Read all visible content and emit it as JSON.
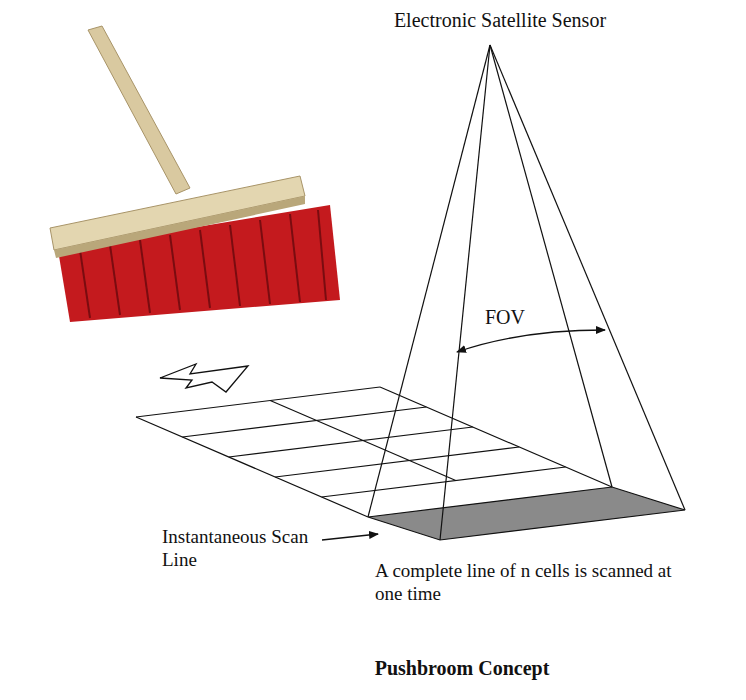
{
  "diagram": {
    "caption": "Pushbroom Concept",
    "labels": [
      "Electronic Satellite Sensor",
      "FOV",
      "Instantaneous Scan Line",
      "A complete line of n cells is scanned at one time"
    ]
  }
}
